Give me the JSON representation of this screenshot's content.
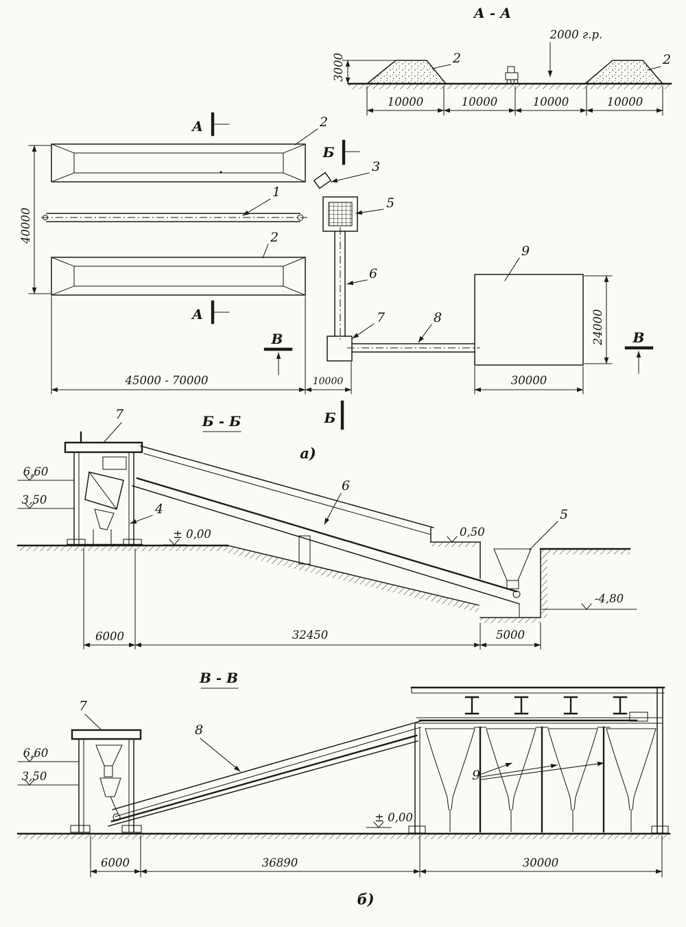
{
  "drawing": {
    "section_aa": {
      "title": "А - А",
      "note": "2000 г.р.",
      "dim_height": "3000",
      "dims": [
        "10000",
        "10000",
        "10000",
        "10000"
      ],
      "callout_pile_left": "2",
      "callout_pile_right": "2"
    },
    "plan": {
      "cut_a_top": "А",
      "cut_a_bottom": "А",
      "cut_b_top": "Б",
      "cut_b_bottom": "Б",
      "cut_v_left": "В",
      "cut_v_right": "В",
      "callout_pile_top": "2",
      "callout_conveyor": "1",
      "callout_pile_bottom": "2",
      "callout_hopper": "3",
      "callout_pit": "5",
      "callout_gallery": "6",
      "callout_tower": "7",
      "callout_bridge": "8",
      "callout_building": "9",
      "dim_width": "40000",
      "dim_length": "45000 - 70000",
      "dim_gap": "10000",
      "dim_building_width": "30000",
      "dim_building_depth": "24000",
      "sub_label": "а)"
    },
    "section_bb": {
      "title": "Б - Б",
      "callout_tower": "7",
      "callout_separator": "4",
      "callout_pit": "5",
      "callout_gallery": "6",
      "elev_top": "6,60",
      "elev_mid": "3,50",
      "elev_zero": "± 0,00",
      "elev_ledge": "0,50",
      "elev_pit": "-4,80",
      "dims": [
        "6000",
        "32450",
        "5000"
      ]
    },
    "section_vv": {
      "title": "В - В",
      "callout_tower": "7",
      "callout_conveyor": "8",
      "callout_bins": "9",
      "elev_top": "6,60",
      "elev_mid": "3,50",
      "elev_zero": "± 0,00",
      "dims": [
        "6000",
        "36890",
        "30000"
      ],
      "sub_label": "б)"
    }
  }
}
